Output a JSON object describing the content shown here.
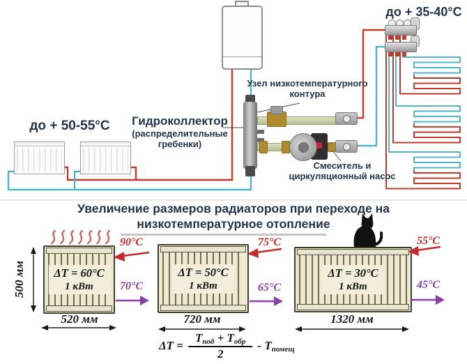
{
  "colors": {
    "pipe_hot": "#c0392b",
    "pipe_cold": "#4fb6c9",
    "label": "#22334a",
    "temp_hot": "#c52b2b",
    "temp_cool": "#8b3fa8"
  },
  "top_diagram": {
    "radiator_circuit_temp": "до + 50-55°C",
    "floor_circuit_temp": "до + 35-40°C",
    "low_temp_unit_line1": "Узел низкотемпературного",
    "low_temp_unit_line2": "контура",
    "hydro_collector_title": "Гидроколлектор",
    "hydro_collector_sub": "(распределительные гребенки)",
    "mixer_pump_line1": "Смеситель и",
    "mixer_pump_line2": "циркуляционный насос"
  },
  "bottom_section": {
    "title_line1": "Увеличение размеров радиаторов при переходе на",
    "title_line2": "низкотемпературное отопление",
    "height_label": "500 мм",
    "radiators": [
      {
        "delta_t": "ΔT = 60°C",
        "power": "1 кВт",
        "width_label": "520 мм",
        "inlet_temp": "90°C",
        "outlet_temp": "70°C"
      },
      {
        "delta_t": "ΔT = 50°C",
        "power": "1 кВт",
        "width_label": "720 мм",
        "inlet_temp": "75°C",
        "outlet_temp": "65°C"
      },
      {
        "delta_t": "ΔT = 30°C",
        "power": "1 кВт",
        "width_label": "1320 мм",
        "inlet_temp": "55°C",
        "outlet_temp": "45°C"
      }
    ],
    "formula": {
      "lhs": "ΔT =",
      "t": "Т",
      "sub_supply": "под",
      "plus": "+",
      "sub_return": "обр",
      "denominator": "2",
      "minus": "-",
      "sub_room": "помещ"
    }
  }
}
